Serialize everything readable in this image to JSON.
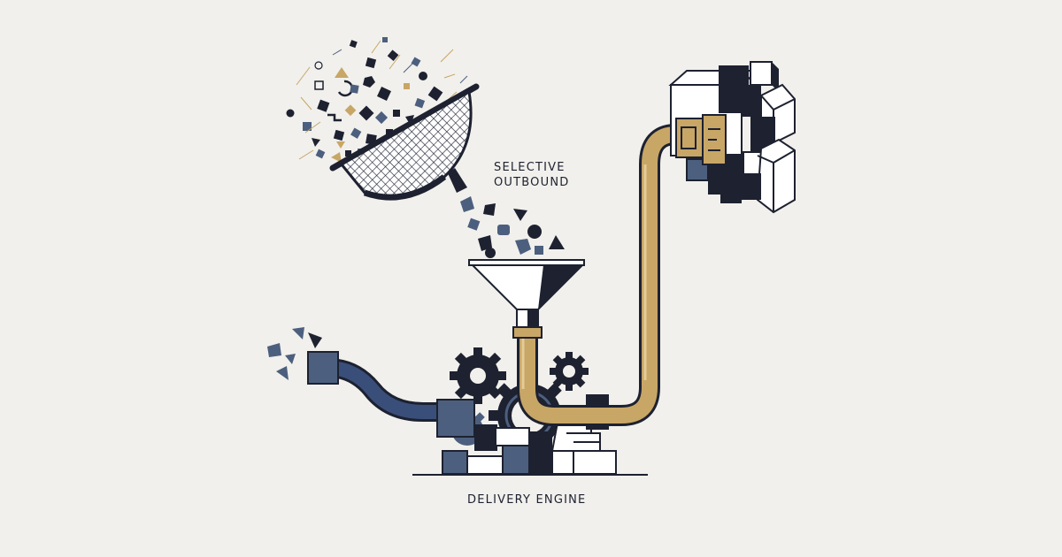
{
  "labels": {
    "selective_line1": "SELECTIVE",
    "selective_line2": "OUTBOUND",
    "delivery": "DELIVERY ENGINE"
  },
  "palette": {
    "background": "#f1f0ec",
    "navy": "#1d2130",
    "slate_blue": "#4c5f7e",
    "pipe_blue": "#3a4e7a",
    "gold": "#c8a666",
    "outline": "#111111"
  }
}
